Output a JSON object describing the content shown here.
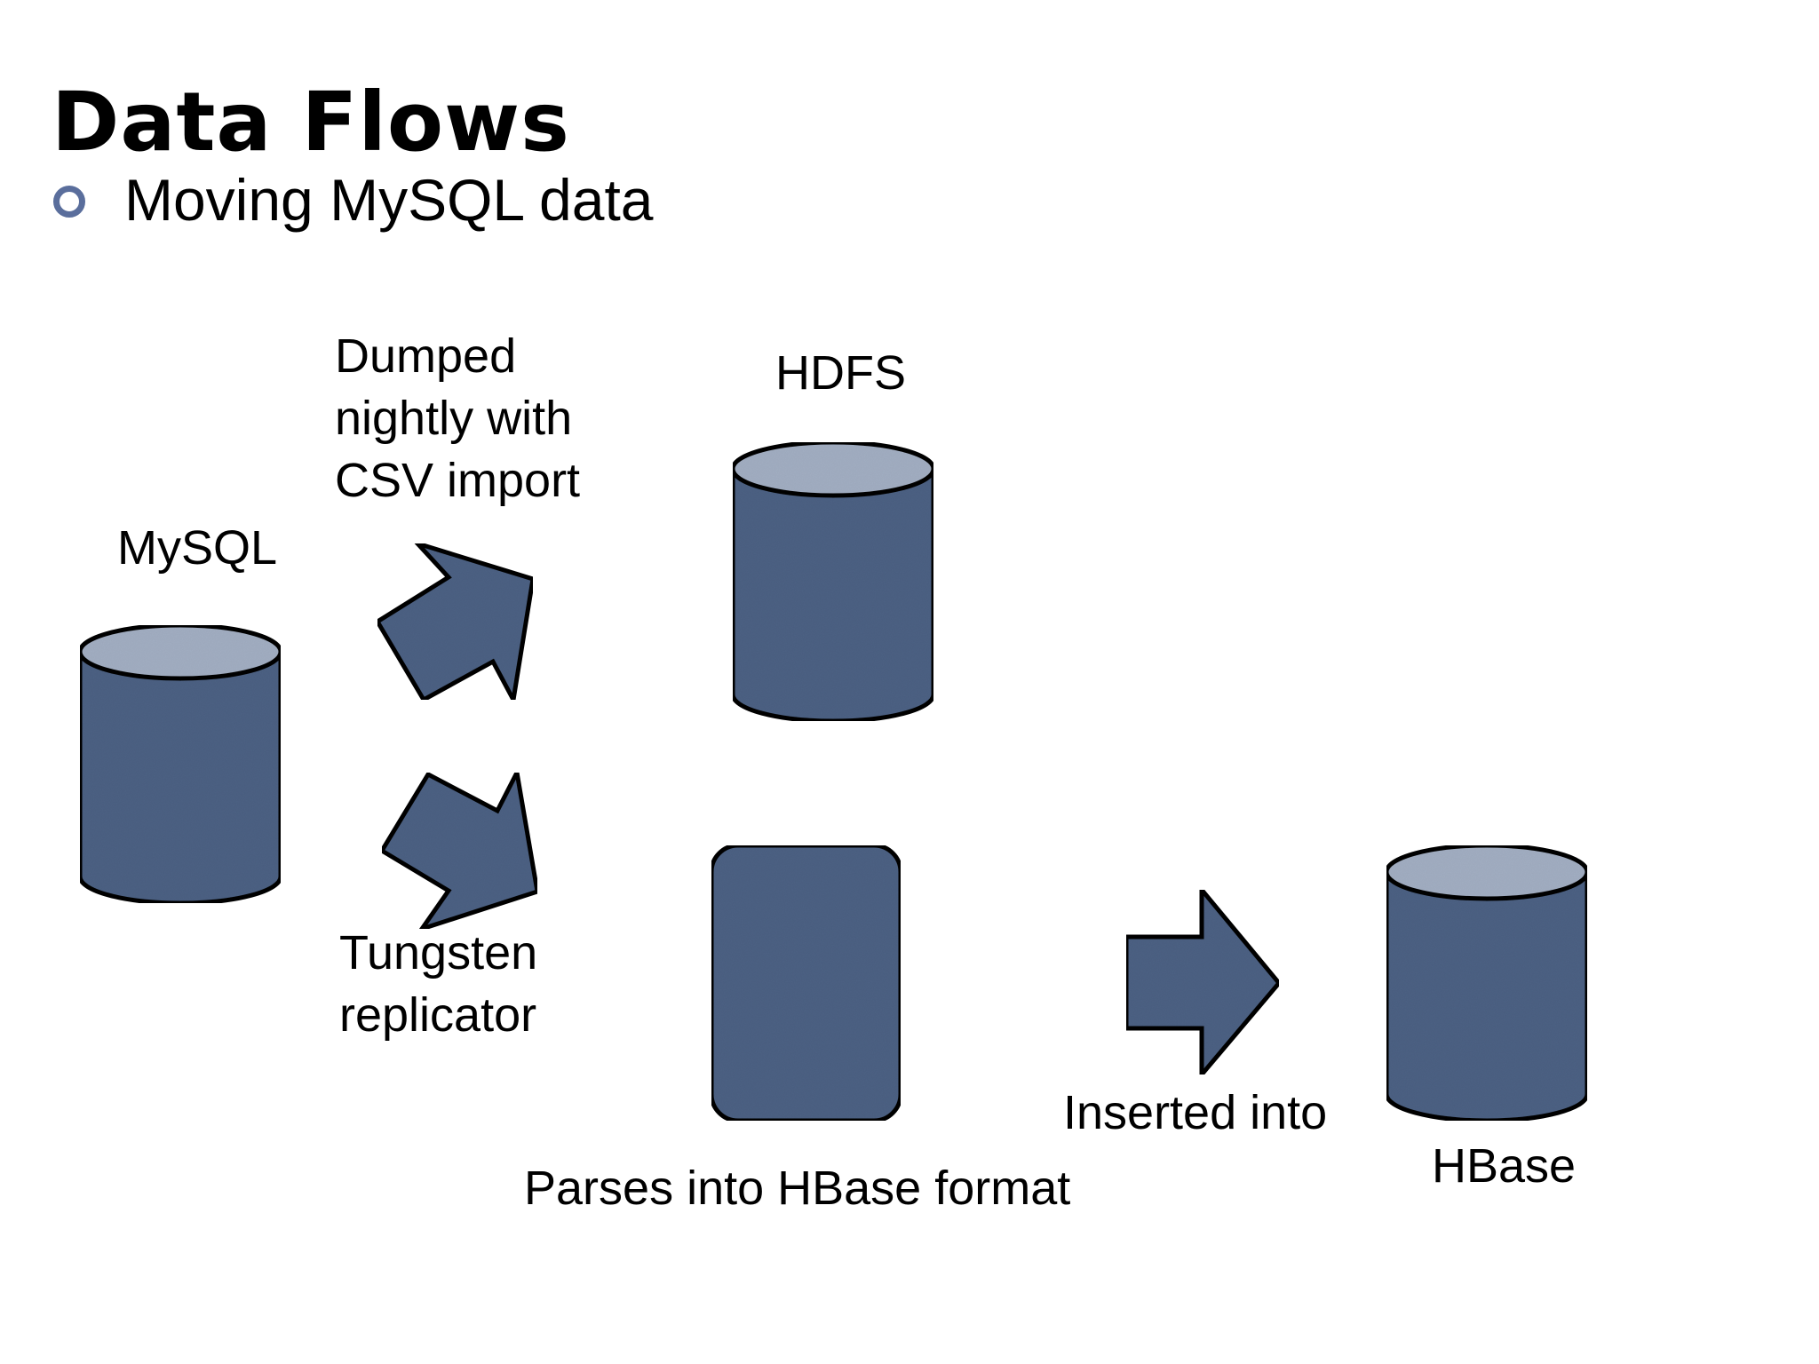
{
  "slide": {
    "title": "Data Flows",
    "bullet": "Moving MySQL data"
  },
  "diagram": {
    "nodes": {
      "mysql": "MySQL",
      "hdfs": "HDFS",
      "hbase": "HBase"
    },
    "edges": {
      "dump_line1": "Dumped",
      "dump_line2": "nightly with",
      "dump_line3": "CSV import",
      "tungsten_line1": "Tungsten",
      "tungsten_line2": "replicator",
      "parse": "Parses into HBase format",
      "insert": "Inserted into"
    },
    "colors": {
      "shape_fill": "#4d6284",
      "shape_top": "#a3afc3",
      "outline": "#111111",
      "bullet": "#5a6e9c"
    }
  }
}
